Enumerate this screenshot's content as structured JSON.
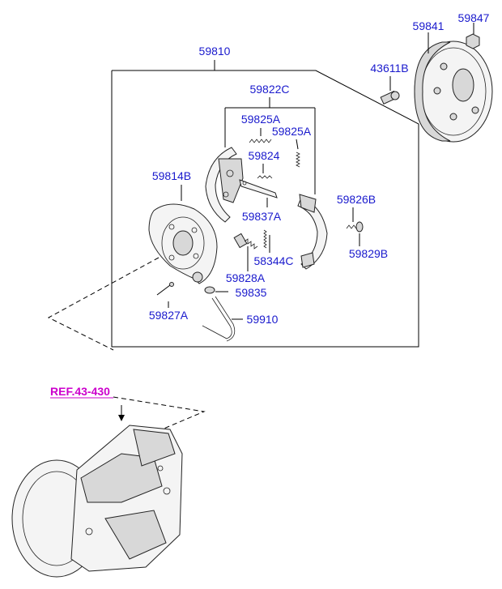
{
  "colors": {
    "label": "#1a1acd",
    "ref": "#cc00cc",
    "line": "#000000"
  },
  "labels": {
    "assembly": "59810",
    "drum": "59841",
    "drum_nut": "59847",
    "drum_bolt": "43611B",
    "shoe_kit": "59822C",
    "spring_a1": "59825A",
    "spring_a2": "59825A",
    "spring_small": "59824",
    "backing_plate": "59814B",
    "lever": "59837A",
    "spring_b": "59826B",
    "washer": "59829B",
    "spring_c": "58344C",
    "adjuster": "59828A",
    "pin_bolt": "59827A",
    "clip": "59835",
    "cable": "59910"
  },
  "ref_link": "REF.43-430"
}
